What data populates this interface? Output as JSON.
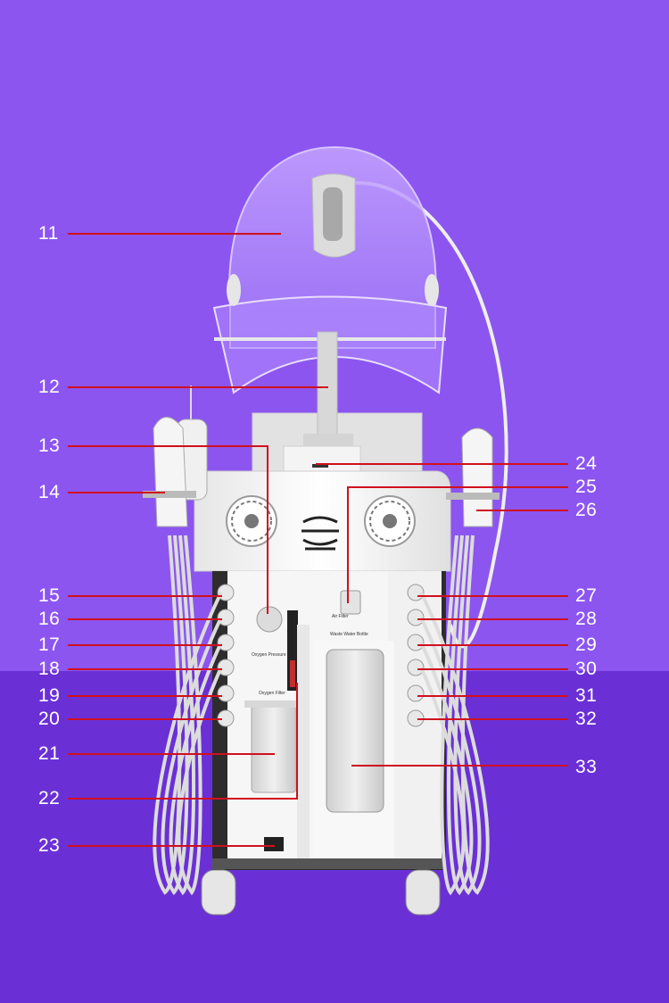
{
  "figure": {
    "background_colors": {
      "top": "#8c55f0",
      "bottom": "#6a30d6"
    },
    "leader_color": "#d0101e",
    "left_callouts": [
      {
        "number": "11"
      },
      {
        "number": "12"
      },
      {
        "number": "13"
      },
      {
        "number": "14"
      },
      {
        "number": "15"
      },
      {
        "number": "16"
      },
      {
        "number": "17"
      },
      {
        "number": "18"
      },
      {
        "number": "19"
      },
      {
        "number": "20"
      },
      {
        "number": "21"
      },
      {
        "number": "22"
      },
      {
        "number": "23"
      }
    ],
    "right_callouts": [
      {
        "number": "24"
      },
      {
        "number": "25"
      },
      {
        "number": "26"
      },
      {
        "number": "27"
      },
      {
        "number": "28"
      },
      {
        "number": "29"
      },
      {
        "number": "30"
      },
      {
        "number": "31"
      },
      {
        "number": "32"
      },
      {
        "number": "33"
      }
    ],
    "panel_labels": {
      "oxygen_pressure": "Oxygen Pressure",
      "oxygen_filter": "Oxygen Filter",
      "air_filter": "Air Filter",
      "waste_water_bottle": "Waste Water Bottle"
    }
  }
}
